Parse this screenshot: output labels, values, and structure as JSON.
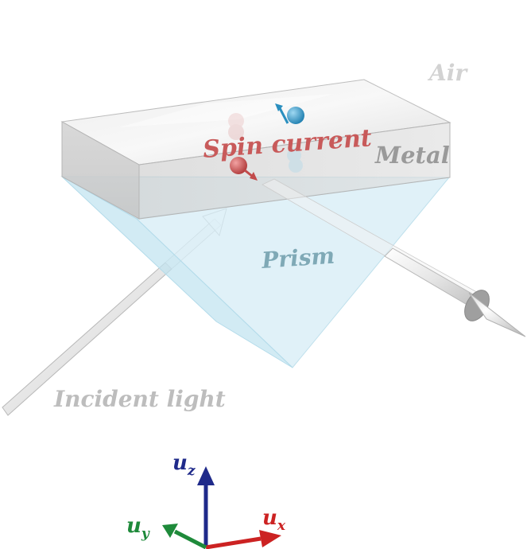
{
  "labels": {
    "air": "Air",
    "metal": "Metal",
    "spin_current": "Spin current",
    "prism": "Prism",
    "incident_light": "Incident light"
  },
  "axes": {
    "z": {
      "symbol": "u",
      "sub": "z",
      "color": "#1f2a8a"
    },
    "x": {
      "symbol": "u",
      "sub": "x",
      "color": "#cc2222"
    },
    "y": {
      "symbol": "u",
      "sub": "y",
      "color": "#1e8a3a"
    }
  },
  "colors": {
    "air_text": "#d2d2d2",
    "metal_text": "#9a9a9a",
    "spin_text_red": "#c85a5a",
    "spin_text_blue": "#5aa8cc",
    "prism_text": "#7fa9b6",
    "incident_text": "#bdbdbd",
    "prism_fill": "#cfeaf4",
    "metal_fill": "#d9d9d9",
    "spin_up": "#2a8fbf",
    "spin_down": "#c24a4a"
  }
}
